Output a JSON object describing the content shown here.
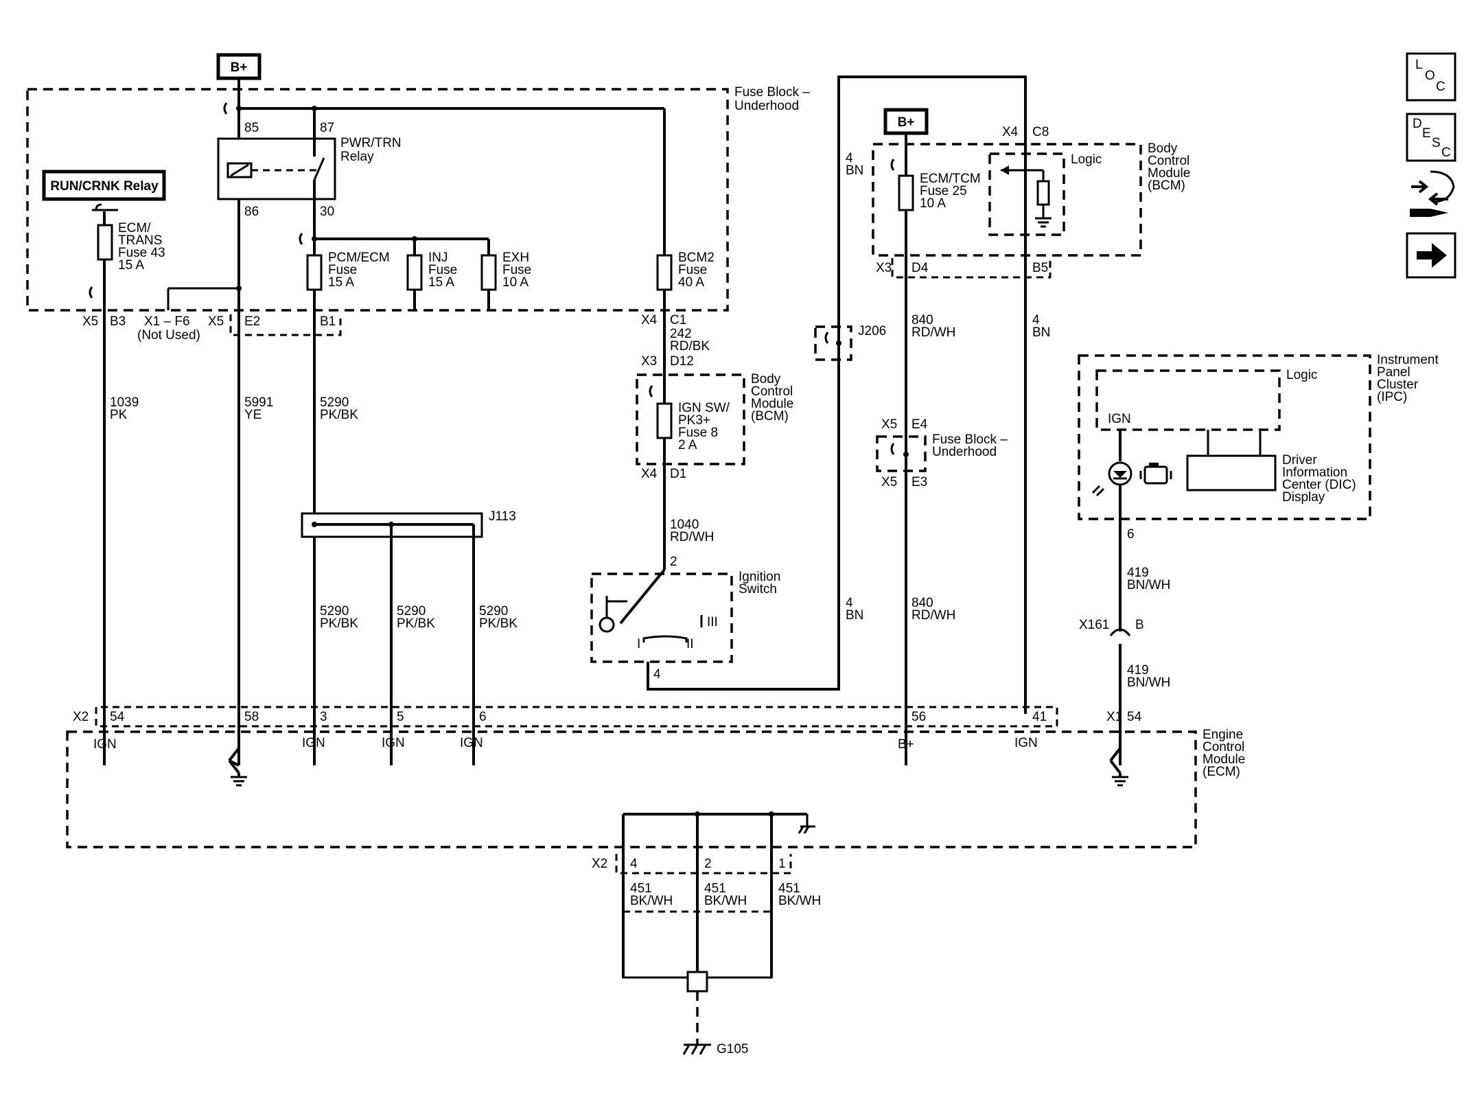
{
  "power": {
    "bplus_left": "B+",
    "bplus_right": "B+"
  },
  "fuse_block": {
    "title_line1": "Fuse Block –",
    "title_line2": "Underhood"
  },
  "run_crnk_relay": "RUN/CRNK Relay",
  "pwr_trn_relay": {
    "line1": "PWR/TRN",
    "line2": "Relay",
    "pin85": "85",
    "pin87": "87",
    "pin86": "86",
    "pin30": "30"
  },
  "fuses": {
    "ecm_trans": [
      "ECM/",
      "TRANS",
      "Fuse 43",
      "15 A"
    ],
    "pcm_ecm": [
      "PCM/ECM",
      "Fuse",
      "15 A"
    ],
    "inj": [
      "INJ",
      "Fuse",
      "15 A"
    ],
    "exh": [
      "EXH",
      "Fuse",
      "10 A"
    ],
    "bcm2": [
      "BCM2",
      "Fuse",
      "40 A"
    ],
    "ign_sw": [
      "IGN SW/",
      "PK3+",
      "Fuse 8",
      "2 A"
    ],
    "ecm_tcm": [
      "ECM/TCM",
      "Fuse 25",
      "10 A"
    ]
  },
  "connectors": {
    "x5_left": "X5",
    "b3": "B3",
    "x1_f6": "X1 – F6",
    "not_used": "(Not Used)",
    "x5_mid": "X5",
    "e2": "E2",
    "b1": "B1",
    "x4_c1": "X4",
    "c1": "C1",
    "x3_d12": "X3",
    "d12": "D12",
    "x4_d1": "X4",
    "d1": "D1",
    "x4_c8": "X4",
    "c8": "C8",
    "x3_d4": "X3",
    "d4": "D4",
    "b5": "B5",
    "j206": "J206",
    "j113": "J113",
    "x5_e4": "X5",
    "e4": "E4",
    "x5_e3": "X5",
    "e3": "E3",
    "x161": "X161",
    "x161_b": "B",
    "x2": "X2",
    "x1": "X1",
    "x2_bottom": "X2"
  },
  "wires": {
    "w1039": [
      "1039",
      "PK"
    ],
    "w5991": [
      "5991",
      "YE"
    ],
    "w5290a": [
      "5290",
      "PK/BK"
    ],
    "w5290b": [
      "5290",
      "PK/BK"
    ],
    "w5290c": [
      "5290",
      "PK/BK"
    ],
    "w5290d": [
      "5290",
      "PK/BK"
    ],
    "w242": [
      "242",
      "RD/BK"
    ],
    "w1040": [
      "1040",
      "RD/WH"
    ],
    "w4bn_a": [
      "4",
      "BN"
    ],
    "w4bn_b": [
      "4",
      "BN"
    ],
    "w4bn_c": [
      "4",
      "BN"
    ],
    "w840a": [
      "840",
      "RD/WH"
    ],
    "w840b": [
      "840",
      "RD/WH"
    ],
    "w419a": [
      "419",
      "BN/WH"
    ],
    "w419b": [
      "419",
      "BN/WH"
    ],
    "w451a": [
      "451",
      "BK/WH"
    ],
    "w451b": [
      "451",
      "BK/WH"
    ],
    "w451c": [
      "451",
      "BK/WH"
    ]
  },
  "bcm_top": [
    "Body",
    "Control",
    "Module",
    "(BCM)"
  ],
  "bcm_mid": [
    "Body",
    "Control",
    "Module",
    "(BCM)"
  ],
  "logic": "Logic",
  "fuse_block_small": [
    "Fuse Block –",
    "Underhood"
  ],
  "ignition_switch": {
    "label": [
      "Ignition",
      "Switch"
    ],
    "pin2": "2",
    "pin4": "4",
    "pos1": "I",
    "pos2": "II",
    "pos3": "III"
  },
  "ipc": {
    "label": [
      "Instrument",
      "Panel",
      "Cluster",
      "(IPC)"
    ],
    "logic": "Logic",
    "ign": "IGN",
    "dic": [
      "Driver",
      "Information",
      "Center (DIC)",
      "Display"
    ],
    "pin6": "6"
  },
  "ecm": {
    "label": [
      "Engine",
      "Control",
      "Module",
      "(ECM)"
    ],
    "pins": [
      "54",
      "58",
      "3",
      "5",
      "6",
      "56",
      "41",
      "54"
    ],
    "ign": "IGN",
    "bplus": "B+",
    "ground_pins": [
      "4",
      "2",
      "1"
    ]
  },
  "ground": "G105",
  "nav": {
    "loc": [
      "L",
      "O",
      "C"
    ],
    "desc": [
      "D",
      "E",
      "S",
      "C"
    ]
  }
}
